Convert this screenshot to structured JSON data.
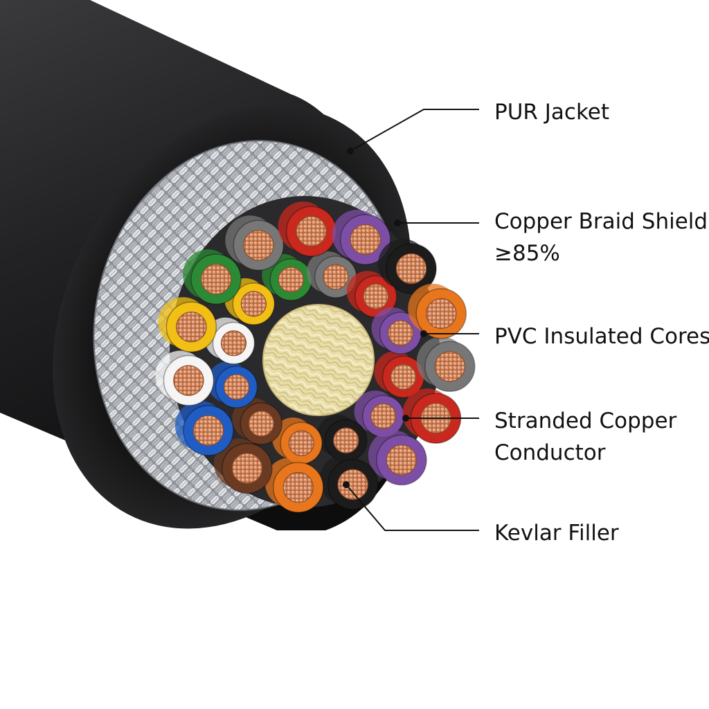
{
  "callouts": [
    {
      "id": "jacket",
      "lines": [
        "PUR Jacket"
      ]
    },
    {
      "id": "braid",
      "lines": [
        "Copper Braid Shield",
        "≥85%"
      ]
    },
    {
      "id": "insulation",
      "lines": [
        "PVC Insulated Cores"
      ]
    },
    {
      "id": "conductor",
      "lines": [
        "Stranded Copper",
        "Conductor"
      ]
    },
    {
      "id": "filler",
      "lines": [
        "Kevlar Filler"
      ]
    }
  ],
  "colors": {
    "jacket": "#1e1e20",
    "braid": "#c9ccd0",
    "copper": "#c9805a",
    "kevlar": "#eee4b4",
    "leader": "#111111",
    "label": "#111111"
  },
  "core_colors": [
    "#c8281e",
    "#f2c014",
    "#6a3a22",
    "#7d4ea6",
    "#2c8a34",
    "#1f5cc4",
    "#1c1c1c",
    "#777777",
    "#f5f5f5",
    "#e8761c"
  ]
}
